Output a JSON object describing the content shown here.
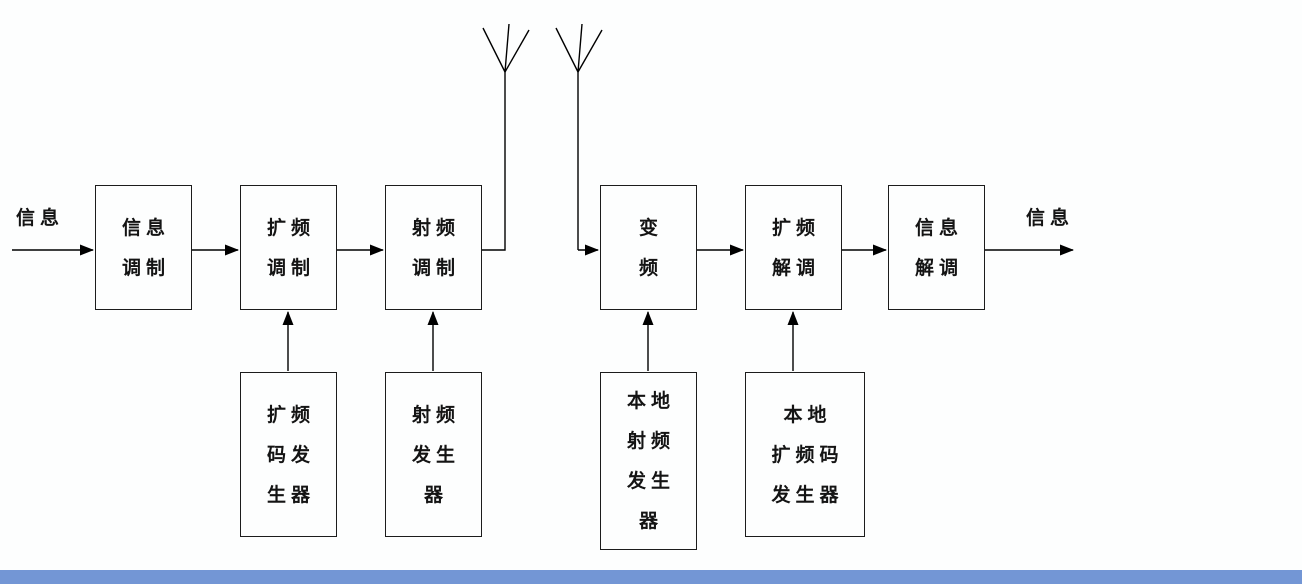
{
  "diagram": {
    "title": "spread-spectrum-communication-system-block-diagram",
    "input_label": "信息",
    "output_label": "信息",
    "blocks": [
      {
        "id": "info-modulation",
        "label": "信息\n调制"
      },
      {
        "id": "spread-modulation",
        "label": "扩频\n调制"
      },
      {
        "id": "rf-modulation",
        "label": "射频\n调制"
      },
      {
        "id": "frequency-converter",
        "label": "变\n频"
      },
      {
        "id": "spread-demodulation",
        "label": "扩频\n解调"
      },
      {
        "id": "info-demodulation",
        "label": "信息\n解调"
      },
      {
        "id": "spread-code-generator",
        "label": "扩频\n码发\n生器"
      },
      {
        "id": "rf-generator",
        "label": "射频\n发生\n器"
      },
      {
        "id": "local-rf-generator",
        "label": "本地\n射频\n发生\n器"
      },
      {
        "id": "local-spread-code-generator",
        "label": "本地\n扩频码\n发生器"
      }
    ]
  },
  "colors": {
    "line": "#000000",
    "bottom_bar": "#7396d5",
    "background": "#fdfefe"
  }
}
